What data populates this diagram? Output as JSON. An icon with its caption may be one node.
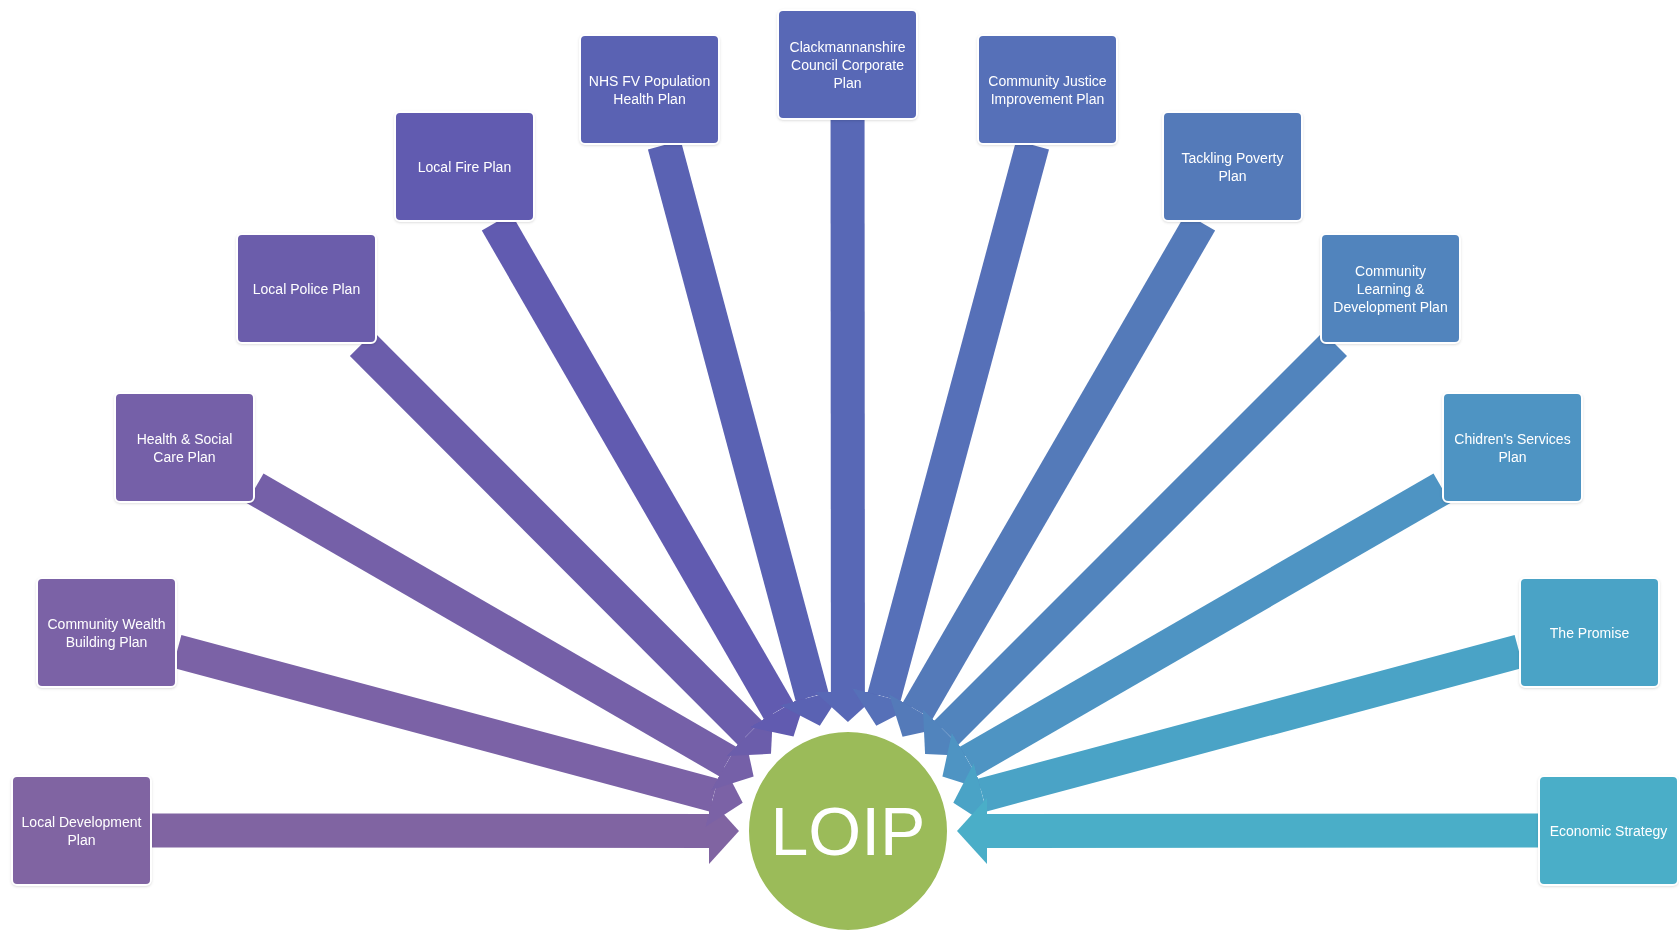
{
  "diagram": {
    "nodes": [
      {
        "text": [
          "Local Development Plan"
        ]
      },
      {
        "text": [
          "Community Wealth Building Plan"
        ]
      },
      {
        "text": [
          "Health & Social Care Plan"
        ]
      },
      {
        "text": [
          "Local Police Plan"
        ]
      },
      {
        "text": [
          "Local Fire Plan"
        ]
      },
      {
        "text": [
          "NHS FV Population Health Plan"
        ]
      },
      {
        "text": [
          "Clackmannanshire Council Corporate Plan"
        ]
      },
      {
        "text": [
          "Community Justice Improvement Plan"
        ]
      },
      {
        "text": [
          "Tackling Poverty Plan"
        ]
      },
      {
        "text": [
          "Community Learning & Development Plan"
        ]
      },
      {
        "text": [
          "Chidren's Services Plan"
        ]
      },
      {
        "text": [
          "The Promise"
        ]
      },
      {
        "text": [
          "Economic Strategy"
        ]
      },
      {
        "text": [
          "LOIP"
        ]
      }
    ],
    "edges": [
      {
        "from": 0,
        "to": 13,
        "arrow": "to",
        "color": "#8064a2"
      },
      {
        "from": 1,
        "to": 13,
        "arrow": "to",
        "color": "#7b62a6"
      },
      {
        "from": 2,
        "to": 13,
        "arrow": "to",
        "color": "#7560a8"
      },
      {
        "from": 3,
        "to": 13,
        "arrow": "to",
        "color": "#6b5dab"
      },
      {
        "from": 4,
        "to": 13,
        "arrow": "to",
        "color": "#615bb0"
      },
      {
        "from": 5,
        "to": 13,
        "arrow": "to",
        "color": "#5a62b3"
      },
      {
        "from": 6,
        "to": 13,
        "arrow": "to",
        "color": "#5868b6"
      },
      {
        "from": 7,
        "to": 13,
        "arrow": "to",
        "color": "#5670b8"
      },
      {
        "from": 8,
        "to": 13,
        "arrow": "to",
        "color": "#547ab9"
      },
      {
        "from": 9,
        "to": 13,
        "arrow": "to",
        "color": "#5184bd"
      },
      {
        "from": 10,
        "to": 13,
        "arrow": "to",
        "color": "#4e94c3"
      },
      {
        "from": 11,
        "to": 13,
        "arrow": "to",
        "color": "#4aa3c6"
      },
      {
        "from": 12,
        "to": 13,
        "arrow": "to",
        "color": "#4aaec8"
      }
    ]
  }
}
